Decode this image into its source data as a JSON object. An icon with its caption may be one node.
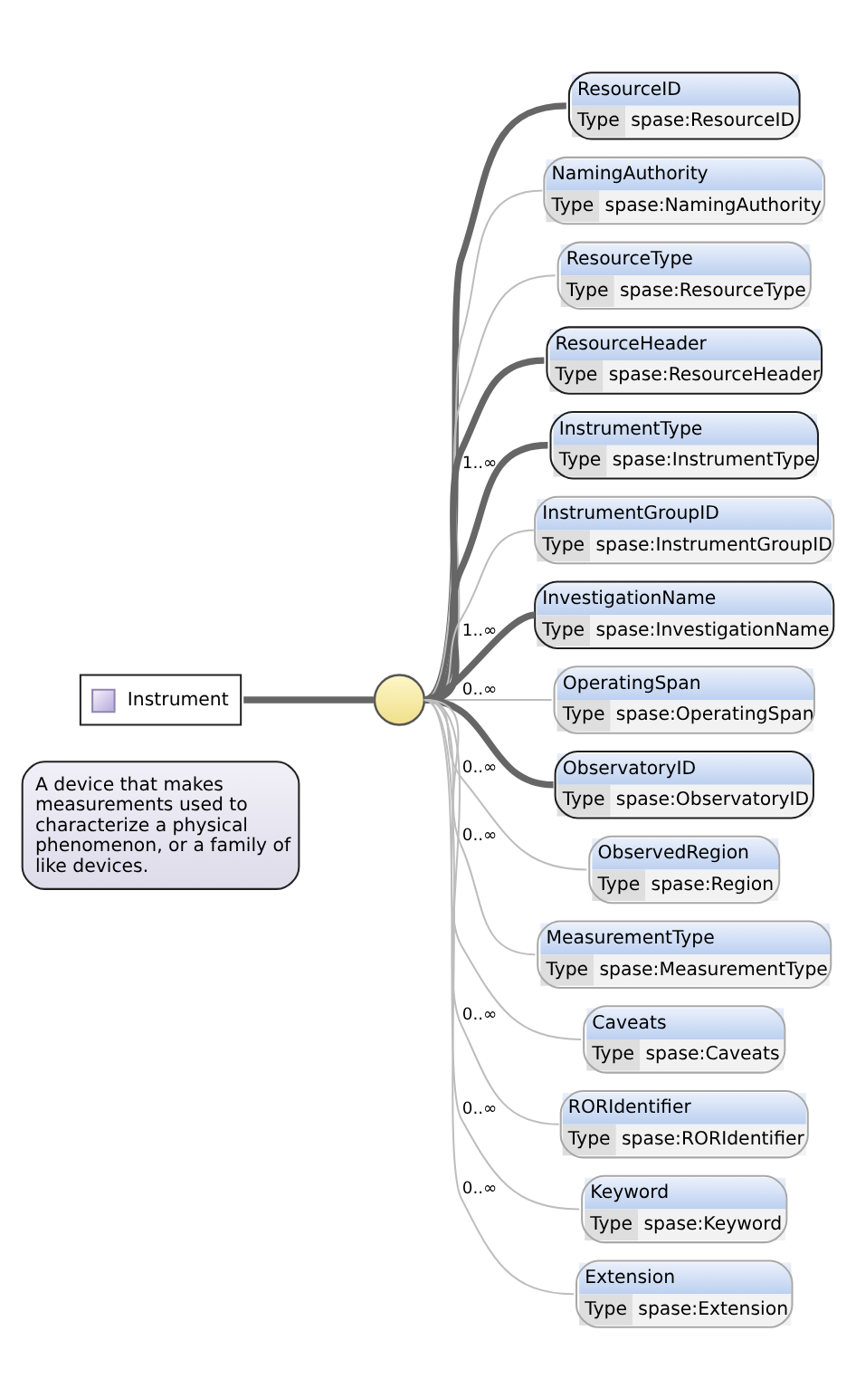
{
  "diagram": {
    "nodes": [
      {
        "text": [
          "Instrument"
        ]
      },
      {
        "text": [
          "A device that makes measurements used to characterize a physical phenomenon, or a family of like devices."
        ]
      },
      {
        "text": [],
        "shape": "circle"
      },
      {
        "text": [
          "ResourceID",
          "Type",
          "spase:ResourceID"
        ]
      },
      {
        "text": [
          "NamingAuthority",
          "Type",
          "spase:NamingAuthority"
        ]
      },
      {
        "text": [
          "ResourceType",
          "Type",
          "spase:ResourceType"
        ]
      },
      {
        "text": [
          "ResourceHeader",
          "Type",
          "spase:ResourceHeader"
        ]
      },
      {
        "text": [
          "InstrumentType",
          "Type",
          "spase:InstrumentType"
        ]
      },
      {
        "text": [
          "InstrumentGroupID",
          "Type",
          "spase:InstrumentGroupID"
        ]
      },
      {
        "text": [
          "InvestigationName",
          "Type",
          "spase:InvestigationName"
        ]
      },
      {
        "text": [
          "OperatingSpan",
          "Type",
          "spase:OperatingSpan"
        ]
      },
      {
        "text": [
          "ObservatoryID",
          "Type",
          "spase:ObservatoryID"
        ]
      },
      {
        "text": [
          "ObservedRegion",
          "Type",
          "spase:Region"
        ]
      },
      {
        "text": [
          "MeasurementType",
          "Type",
          "spase:MeasurementType"
        ]
      },
      {
        "text": [
          "Caveats",
          "Type",
          "spase:Caveats"
        ]
      },
      {
        "text": [
          "RORIdentifier",
          "Type",
          "spase:RORIdentifier"
        ]
      },
      {
        "text": [
          "Keyword",
          "Type",
          "spase:Keyword"
        ]
      },
      {
        "text": [
          "Extension",
          "Type",
          "spase:Extension"
        ]
      }
    ],
    "edges": [
      {
        "from": 0,
        "to": 2,
        "arrow": "none",
        "style": "thick",
        "color": "#666666"
      },
      {
        "from": 2,
        "to": 3,
        "arrow": "none",
        "style": "thick",
        "color": "#666666"
      },
      {
        "from": 2,
        "to": 4,
        "arrow": "none"
      },
      {
        "from": 2,
        "to": 5,
        "arrow": "none"
      },
      {
        "from": 2,
        "to": 6,
        "arrow": "none",
        "style": "thick",
        "color": "#666666"
      },
      {
        "from": 2,
        "to": 7,
        "arrow": "none",
        "label": "1..∞",
        "style": "thick",
        "color": "#666666"
      },
      {
        "from": 2,
        "to": 8,
        "arrow": "none"
      },
      {
        "from": 2,
        "to": 9,
        "arrow": "none",
        "label": "1..∞",
        "style": "thick",
        "color": "#666666"
      },
      {
        "from": 2,
        "to": 10,
        "arrow": "none",
        "label": "0..∞"
      },
      {
        "from": 2,
        "to": 11,
        "arrow": "none",
        "style": "thick",
        "color": "#666666"
      },
      {
        "from": 2,
        "to": 12,
        "arrow": "none",
        "label": "0..∞"
      },
      {
        "from": 2,
        "to": 13,
        "arrow": "none",
        "label": "0..∞"
      },
      {
        "from": 2,
        "to": 14,
        "arrow": "none"
      },
      {
        "from": 2,
        "to": 15,
        "arrow": "none",
        "label": "0..∞"
      },
      {
        "from": 2,
        "to": 16,
        "arrow": "none",
        "label": "0..∞"
      },
      {
        "from": 2,
        "to": 17,
        "arrow": "none",
        "label": "0..∞"
      }
    ]
  }
}
